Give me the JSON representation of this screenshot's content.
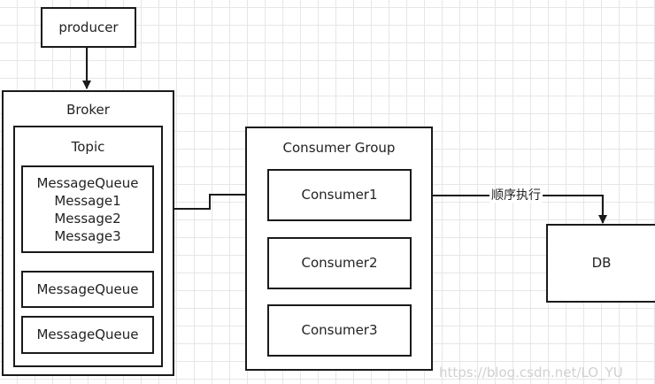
{
  "diagram": {
    "producer": "producer",
    "broker": "Broker",
    "topic": "Topic",
    "message_queue_1": {
      "lines": [
        "MessageQueue",
        "Message1",
        "Message2",
        "Message3"
      ]
    },
    "message_queue_2": "MessageQueue",
    "message_queue_3": "MessageQueue",
    "consumer_group": "Consumer Group",
    "consumers": [
      "Consumer1",
      "Consumer2",
      "Consumer3"
    ],
    "db": "DB",
    "edge_label": "顺序执行"
  },
  "watermark": "https://blog.csdn.net/LO_YU"
}
